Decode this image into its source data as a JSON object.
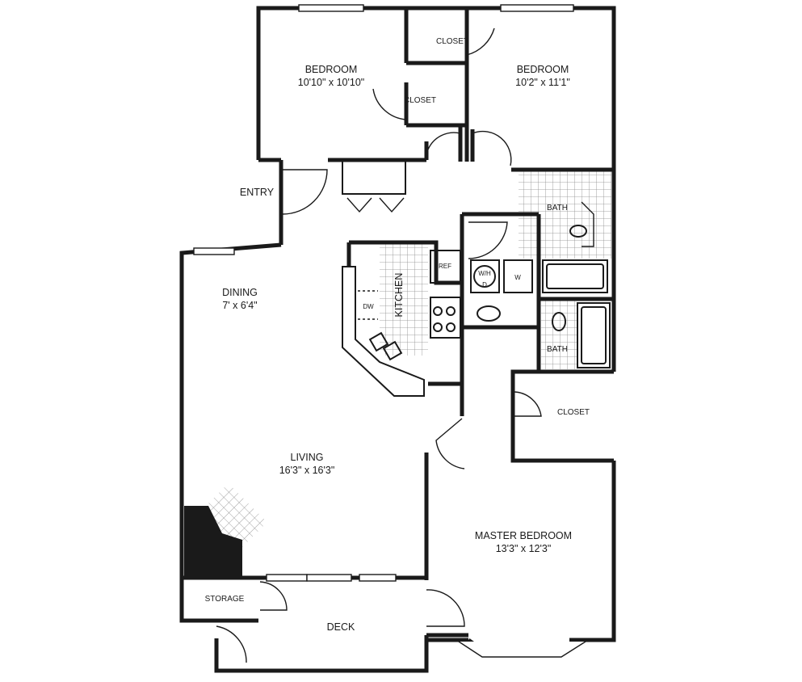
{
  "rooms": {
    "bedroom_left": {
      "name": "BEDROOM",
      "size": "10'10\" x 10'10\""
    },
    "bedroom_right": {
      "name": "BEDROOM",
      "size": "10'2\" x 11'1\""
    },
    "dining": {
      "name": "DINING",
      "size": "7' x 6'4\""
    },
    "living": {
      "name": "LIVING",
      "size": "16'3\" x 16'3\""
    },
    "master_bedroom": {
      "name": "MASTER BEDROOM",
      "size": "13'3\" x 12'3\""
    },
    "kitchen": {
      "name": "KITCHEN"
    },
    "deck": {
      "name": "DECK"
    },
    "storage": {
      "name": "STORAGE"
    },
    "entry": {
      "name": "ENTRY"
    }
  },
  "closets": {
    "top": "CLOSET",
    "middle": "CLOSET",
    "master": "CLOSET"
  },
  "baths": {
    "upper": "BATH",
    "lower": "BATH"
  },
  "fixtures": {
    "ref": "REF",
    "dw": "DW",
    "washer_dryer": "W/H",
    "dryer": "D",
    "washer": "W"
  },
  "colors": {
    "wall": "#1a1a1a",
    "tile": "#8a8a8a",
    "fireplace": "#1a1a1a"
  }
}
